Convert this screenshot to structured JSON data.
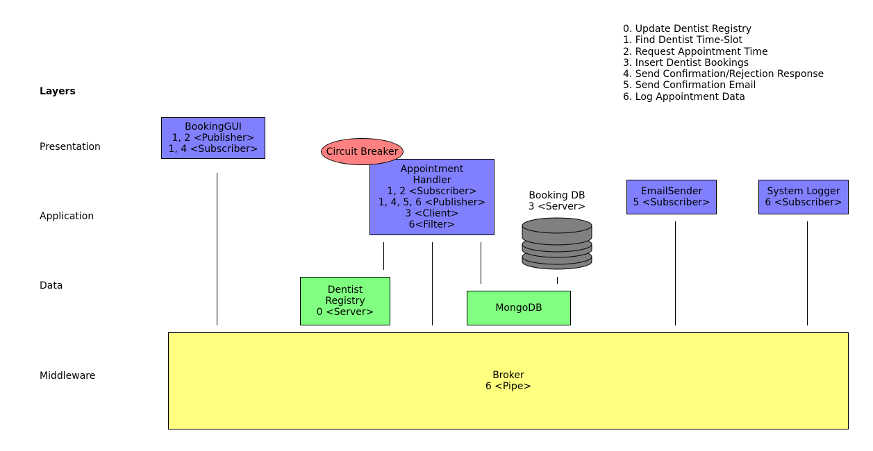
{
  "legend": [
    "0. Update Dentist Registry",
    "1. Find Dentist Time-Slot",
    "2. Request Appointment Time",
    "3. Insert Dentist Bookings",
    "4. Send Confirmation/Rejection Response",
    "5. Send Confirmation Email",
    "6. Log Appointment Data"
  ],
  "layers": {
    "title": "Layers",
    "presentation": "Presentation",
    "application": "Application",
    "data": "Data",
    "middleware": "Middleware"
  },
  "components": {
    "booking_gui": [
      "BookingGUI",
      "1, 2 <Publisher>",
      "1, 4 <Subscriber>"
    ],
    "circuit_breaker": "Circuit Breaker",
    "appointment_handler": [
      "Appointment",
      "Handler",
      "1, 2 <Subscriber>",
      "1, 4, 5, 6 <Publisher>",
      "3 <Client>",
      "6<Filter>"
    ],
    "booking_db": [
      "Booking DB",
      "3 <Server>"
    ],
    "email_sender": [
      "EmailSender",
      "5 <Subscriber>"
    ],
    "system_logger": [
      "System Logger",
      "6 <Subscriber>"
    ],
    "dentist_registry": [
      "Dentist",
      "Registry",
      "0 <Server>"
    ],
    "mongodb": "MongoDB",
    "broker": [
      "Broker",
      "6 <Pipe>"
    ]
  },
  "colors": {
    "component_blue": "#8080ff",
    "data_green": "#80ff80",
    "middleware_yellow": "#ffff80",
    "circuit_breaker_red": "#ff8080",
    "database_gray": "#808080"
  }
}
